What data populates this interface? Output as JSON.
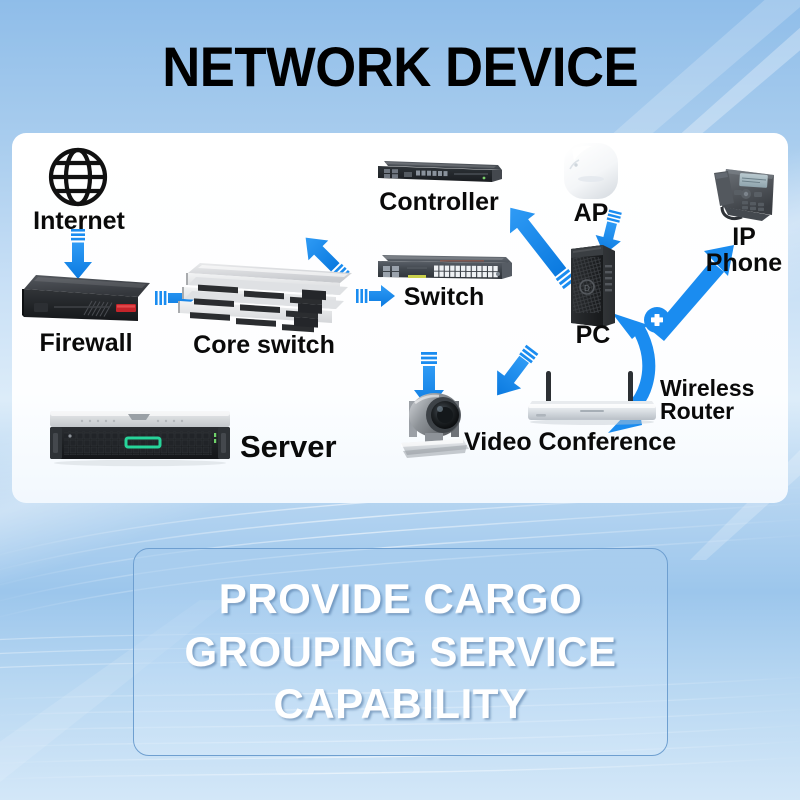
{
  "header": {
    "title": "NETWORK DEVICE"
  },
  "colors": {
    "arrow_blue": "#1a8cf0",
    "arrow_blue_dark": "#0b7ae0",
    "background_blue": "#a9cdee",
    "banner_border": "#6e9fd0",
    "label_black": "#0a0a0a",
    "banner_text": "#ffffff",
    "server_led_green": "#27d49a",
    "firewall_red": "#d22b2b"
  },
  "diagram": {
    "nodes": [
      {
        "id": "internet",
        "label": "Internet",
        "icon": "globe-icon",
        "label_size": 25
      },
      {
        "id": "firewall",
        "label": "Firewall",
        "icon": "firewall-appliance-icon",
        "label_size": 25
      },
      {
        "id": "core-switch",
        "label": "Core switch",
        "icon": "stacked-switch-icon",
        "label_size": 25
      },
      {
        "id": "controller",
        "label": "Controller",
        "icon": "rack-controller-icon",
        "label_size": 25
      },
      {
        "id": "switch",
        "label": "Switch",
        "icon": "rack-switch-icon",
        "label_size": 25
      },
      {
        "id": "ap",
        "label": "AP",
        "icon": "access-point-icon",
        "label_size": 25
      },
      {
        "id": "pc",
        "label": "PC",
        "icon": "desktop-tower-icon",
        "label_size": 25
      },
      {
        "id": "ip-phone",
        "label": "IP\nPhone",
        "icon": "desk-phone-icon",
        "label_size": 25
      },
      {
        "id": "wireless-router",
        "label": "Wireless\nRouter",
        "icon": "wireless-router-icon",
        "label_size": 23
      },
      {
        "id": "video-conference",
        "label": "Video Conference",
        "icon": "ptz-camera-icon",
        "label_size": 25
      },
      {
        "id": "server",
        "label": "Server",
        "icon": "rack-server-icon",
        "label_size": 31
      }
    ],
    "connections": [
      {
        "id": "internet-to-firewall",
        "from": "internet",
        "to": "firewall",
        "style": "striped-arrow",
        "direction": "down"
      },
      {
        "id": "firewall-to-core-switch",
        "from": "firewall",
        "to": "core-switch",
        "style": "striped-arrow",
        "direction": "right"
      },
      {
        "id": "core-switch-to-switch",
        "from": "core-switch",
        "to": "switch",
        "style": "striped-arrow",
        "direction": "right"
      },
      {
        "id": "switch-to-controller",
        "from": "switch",
        "to": "controller",
        "style": "striped-arrow",
        "direction": "up-right"
      },
      {
        "id": "switch-to-ap",
        "from": "switch",
        "to": "ap",
        "style": "striped-arrow",
        "direction": "up-right"
      },
      {
        "id": "ap-to-pc",
        "from": "ap",
        "to": "pc",
        "style": "striped-arrow",
        "direction": "down"
      },
      {
        "id": "switch-to-video-conference",
        "from": "switch",
        "to": "video-conference",
        "style": "striped-arrow",
        "direction": "down"
      },
      {
        "id": "switch-to-wireless-router",
        "from": "switch",
        "to": "wireless-router",
        "style": "striped-arrow",
        "direction": "down-right"
      },
      {
        "id": "router-to-pc-and-phone",
        "from": "wireless-router",
        "to": "ip-phone",
        "style": "curved-double-arrow",
        "badge": "+"
      }
    ],
    "junction_badge": "+"
  },
  "banner": {
    "lines": [
      "PROVIDE CARGO",
      "GROUPING SERVICE",
      "CAPABILITY"
    ]
  }
}
